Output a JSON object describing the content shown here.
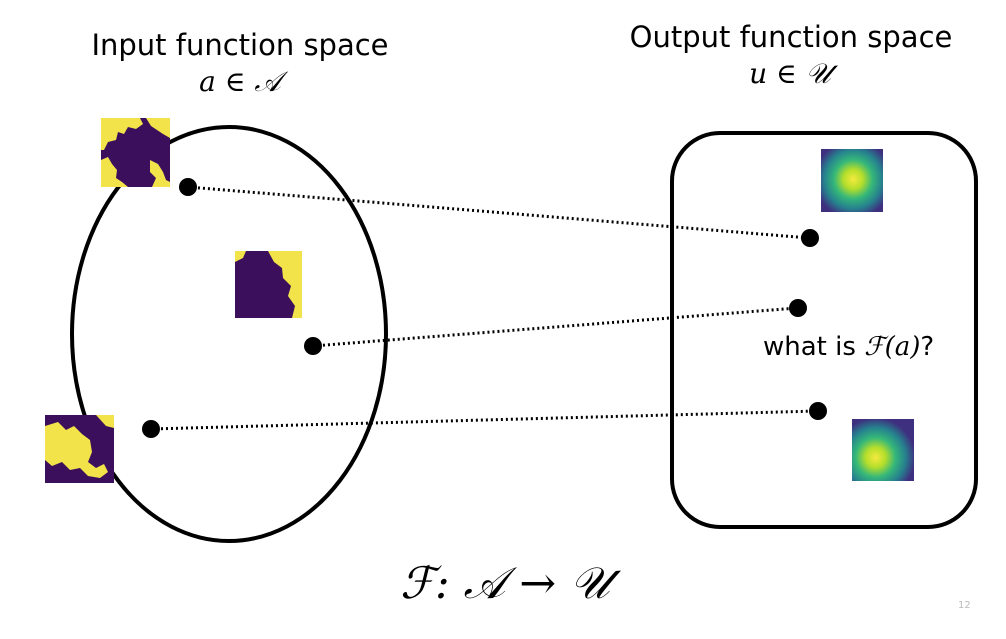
{
  "input_space": {
    "title": "Input function space",
    "membership": "a ∈ 𝒜"
  },
  "output_space": {
    "title": "Output function space",
    "membership": "u  ∈  𝒰"
  },
  "question": {
    "prefix": "what is ",
    "math": "ℱ(a)",
    "suffix": "?"
  },
  "operator": "ℱ: 𝒜 → 𝒰",
  "slide_number": "12",
  "colors": {
    "outline": "#000000",
    "map_dark": "#3b0f5c",
    "map_yellow": "#f2e34a",
    "field_low": "#3b2e7e",
    "field_mid": "#21918c",
    "field_high": "#e8e419"
  }
}
